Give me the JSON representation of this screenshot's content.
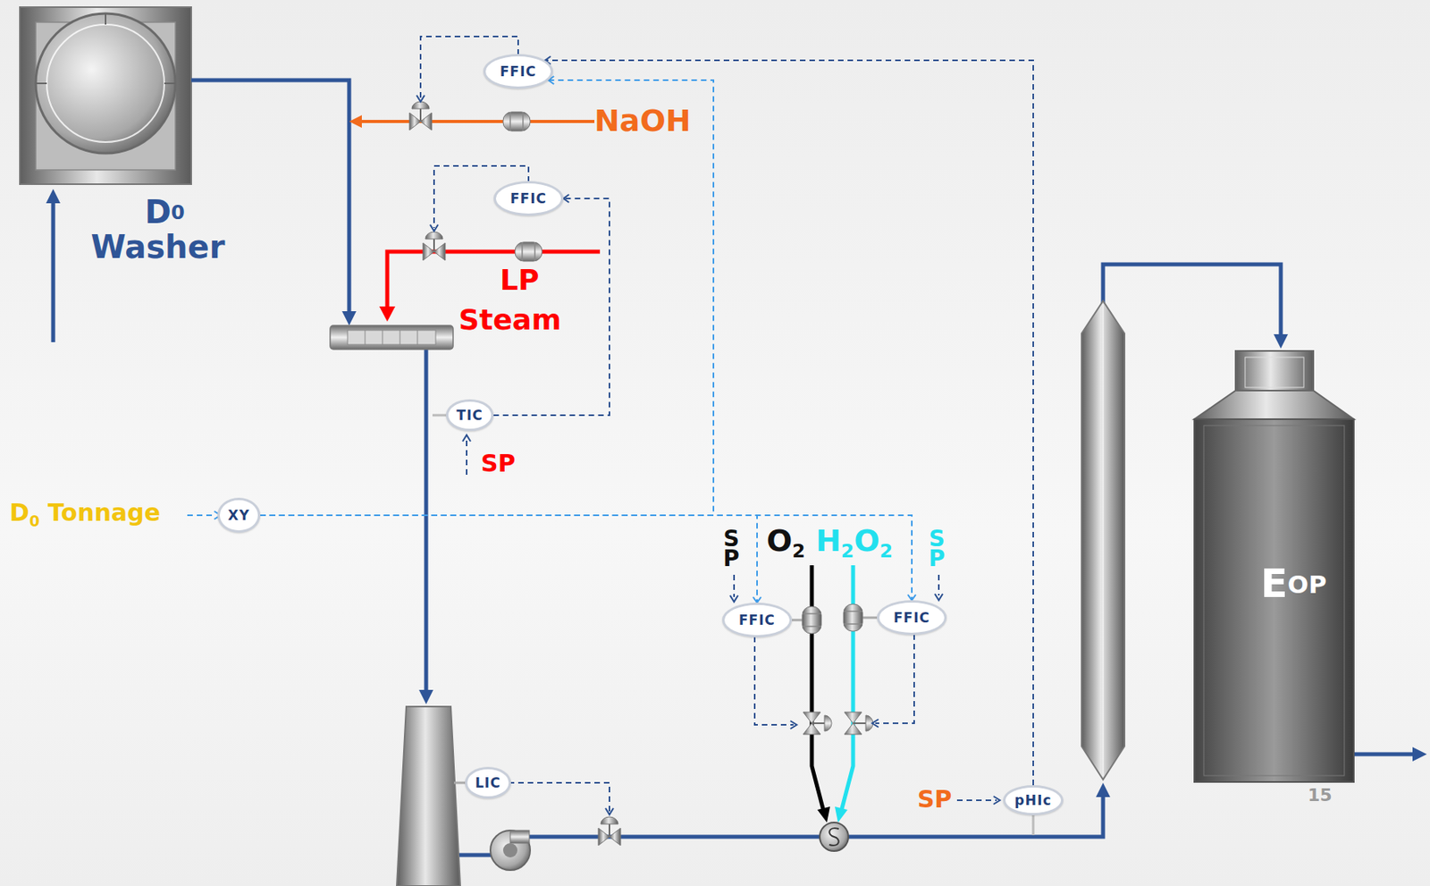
{
  "diagram": {
    "nodes": [
      {
        "text": [
          "D0 Washer"
        ]
      },
      {
        "text": [
          "FFIC"
        ]
      },
      {
        "text": [
          "FFIC"
        ]
      },
      {
        "text": [
          "TIC"
        ]
      },
      {
        "text": [
          "XY"
        ]
      },
      {
        "text": [
          "FFIC"
        ]
      },
      {
        "text": [
          "FFIC"
        ]
      },
      {
        "text": [
          "LIC"
        ]
      },
      {
        "text": [
          "pHIc"
        ]
      },
      {
        "text": [
          "EOP"
        ]
      }
    ],
    "edges": [
      {
        "from": 3,
        "to": 2,
        "arrow": "to"
      },
      {
        "from": 4,
        "to": 1,
        "arrow": "to"
      },
      {
        "from": 4,
        "to": 5,
        "arrow": "to"
      },
      {
        "from": 4,
        "to": 6,
        "arrow": "to"
      },
      {
        "from": 8,
        "to": 1,
        "arrow": "to"
      }
    ],
    "labels": [
      "NaOH",
      "LP",
      "Steam",
      "SP",
      "D0 Tonnage",
      "SP",
      "O2",
      "H2O2",
      "SP",
      "SP",
      "15"
    ]
  }
}
